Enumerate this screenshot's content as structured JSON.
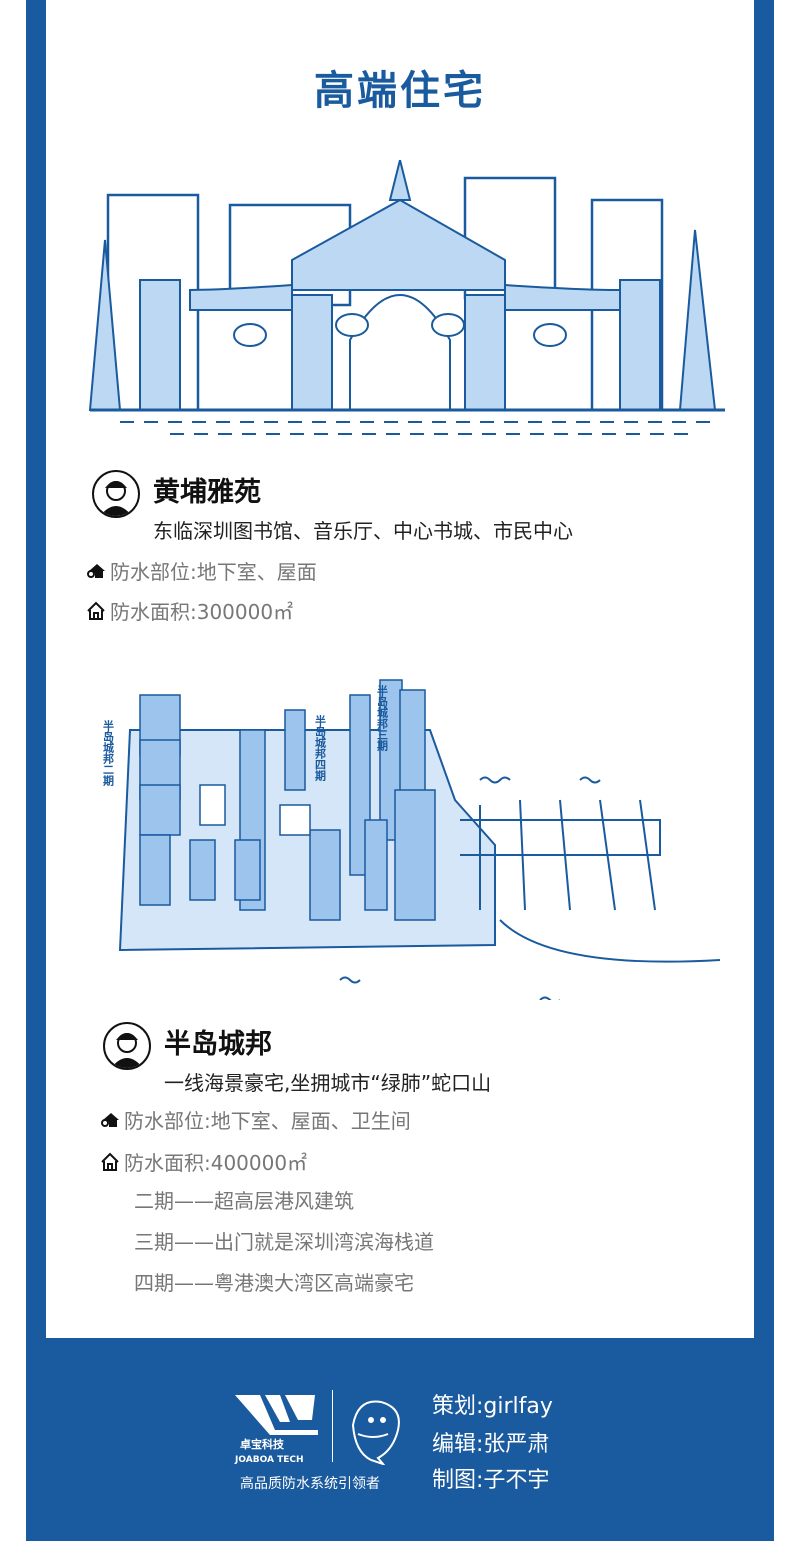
{
  "title": "高端住宅",
  "projects": [
    {
      "name": "黄埔雅苑",
      "description": "东临深圳图书馆、音乐厅、中心书城、市民中心",
      "waterproof_parts": "防水部位:地下室、屋面",
      "waterproof_area": "防水面积:300000㎡"
    },
    {
      "name": "半岛城邦",
      "description": "一线海景豪宅,坐拥城市“绿肺”蛇口山",
      "waterproof_parts": "防水部位:地下室、屋面、卫生间",
      "waterproof_area": "防水面积:400000㎡",
      "phases": [
        "二期——超高层港风建筑",
        "三期——出门就是深圳湾滨海栈道",
        "四期——粤港澳大湾区高端豪宅"
      ],
      "map_labels": [
        "半岛城邦二期",
        "半岛城邦四期",
        "半岛城邦三期"
      ]
    }
  ],
  "footer": {
    "brand_cn": "卓宝科技",
    "brand_en": "JOABOA TECH",
    "slogan": "高品质防水系统引领者",
    "credits": [
      "策划:girlfay",
      "编辑:张严肃",
      "制图:子不宇"
    ]
  },
  "colors": {
    "brand_blue": "#1a5a9e",
    "light_blue": "#bcd8f2"
  }
}
